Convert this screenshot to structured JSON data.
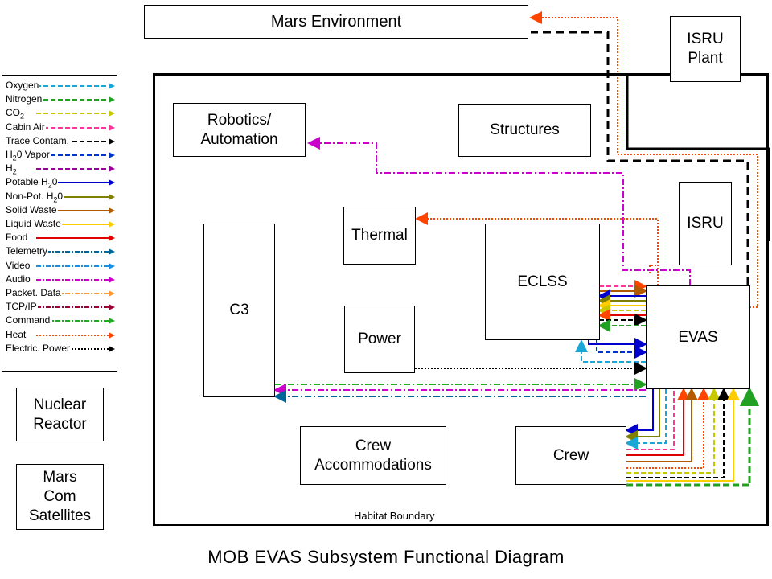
{
  "title": "MOB EVAS Subsystem Functional Diagram",
  "habitat_label": "Habitat Boundary",
  "boxes": {
    "mars_env": "Mars Environment",
    "isru_plant": [
      "ISRU",
      "Plant"
    ],
    "robotics": [
      "Robotics/",
      "Automation"
    ],
    "structures": "Structures",
    "isru": "ISRU",
    "thermal": "Thermal",
    "eclss": "ECLSS",
    "c3": "C3",
    "power": "Power",
    "evas": "EVAS",
    "crew_acc": [
      "Crew",
      "Accommodations"
    ],
    "crew": "Crew",
    "nuclear": [
      "Nuclear",
      "Reactor"
    ],
    "mars_com": [
      "Mars",
      "Com",
      "Satellites"
    ]
  },
  "legend": [
    {
      "label": "Oxygen",
      "color": "#1aa6d6",
      "style": "dash"
    },
    {
      "label": "Nitrogen",
      "color": "#22a022",
      "style": "dash"
    },
    {
      "label": "CO",
      "sub": "2",
      "color": "#c8c800",
      "style": "dash"
    },
    {
      "label": "Cabin Air",
      "color": "#ff3399",
      "style": "dash"
    },
    {
      "label": "Trace Contam.",
      "color": "#000000",
      "style": "dash"
    },
    {
      "label": "H",
      "sub": "2",
      "after": "0 Vapor",
      "color": "#0033cc",
      "style": "dash"
    },
    {
      "label": "H",
      "sub": "2",
      "color": "#990099",
      "style": "dash"
    },
    {
      "label": "Potable H",
      "sub": "2",
      "after": "0",
      "color": "#0000cc",
      "style": "solid"
    },
    {
      "label": "Non-Pot. H",
      "sub": "2",
      "after": "0",
      "color": "#808000",
      "style": "solid"
    },
    {
      "label": "Solid Waste",
      "color": "#b35900",
      "style": "solid"
    },
    {
      "label": "Liquid Waste",
      "color": "#ffcc00",
      "style": "solid"
    },
    {
      "label": "Food",
      "color": "#e00000",
      "style": "solid"
    },
    {
      "label": "Telemetry",
      "color": "#006699",
      "style": "dashdot"
    },
    {
      "label": "Video",
      "color": "#1a8fe0",
      "style": "dashdot"
    },
    {
      "label": "Audio",
      "color": "#cc00cc",
      "style": "dashdot"
    },
    {
      "label": "Packet. Data",
      "color": "#ff9933",
      "style": "dashdot"
    },
    {
      "label": "TCP/IP",
      "color": "#990033",
      "style": "dashdot"
    },
    {
      "label": "Command",
      "color": "#22aa22",
      "style": "dashdot"
    },
    {
      "label": "Heat",
      "color": "#ff4400",
      "style": "dot"
    },
    {
      "label": "Electric. Power",
      "color": "#000000",
      "style": "dot"
    }
  ]
}
